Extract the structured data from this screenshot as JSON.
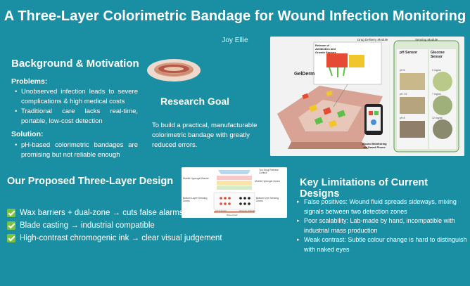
{
  "title": "A Three-Layer Colorimetric Bandage for  Wound Infection Monitoring",
  "author": "Joy Ellie",
  "background": {
    "heading": "Background & Motivation",
    "problems_label": "Problems:",
    "problems": [
      "Unobserved infection leads to severe complications & high medical costs",
      "Traditional care lacks real-time, portable, low-cost detection"
    ],
    "solution_label": "Solution:",
    "solutions": [
      "pH-based colorimetric bandages are promising but not reliable enough"
    ]
  },
  "goal": {
    "heading": "Research Goal",
    "text": "To build a practical, manufacturable colorimetric bandage with greatly reduced errors."
  },
  "figure_top": {
    "drug_module": "Drug Delivery Module",
    "sensing_module": "Sensing Module",
    "release_label": "Release of Antibiotics and Growth Factors",
    "geldrm": "GelDerm",
    "ph_sensor": "pH Sensor",
    "glucose_sensor": "Glucose Sensor",
    "ph_rows": [
      "pH 6",
      "pH 7.5",
      "pH 8"
    ],
    "glucose_rows": [
      "0 mg/ml",
      "7 mg/ml",
      "12 mg/ml"
    ],
    "phone_caption": "Wound Monitoring via Smart Phone"
  },
  "design": {
    "heading": "Our Proposed Three-Layer Design",
    "items": [
      "Wax barriers + dual-zone → cuts false alarms",
      "Blade casting → industrial compatible",
      "High-contrast chromogenic ink → clear visual judgement"
    ],
    "figure_labels": {
      "top": "Top Drug Release Control",
      "left1": "Mobile Hydrogel Barrier",
      "right1": "Mobile Hydrogel Zones",
      "left2": "Bottom Layer Sensing Zones",
      "right2": "Bottom Dye Sensing Zones",
      "bottom_left": "pH Indicator",
      "bottom_right": "Glucose Indicator",
      "base": "Wound bed"
    }
  },
  "limitations": {
    "heading": "Key Limitations of Current Designs",
    "items": [
      "False positives: Wound fluid spreads sideways, mixing signals between two detection zones",
      "Poor scalability: Lab-made by hand, incompatible with industrial mass production",
      "Weak contrast: Subtle colour change is hard to distinguish with naked eyes"
    ]
  },
  "colors": {
    "background": "#1a8fa3",
    "check": "#7cc242",
    "wound": "#c98870",
    "sensor_red": "#e54a34",
    "sensor_green": "#5cc04a",
    "sensor_yellow": "#f0c62c"
  }
}
